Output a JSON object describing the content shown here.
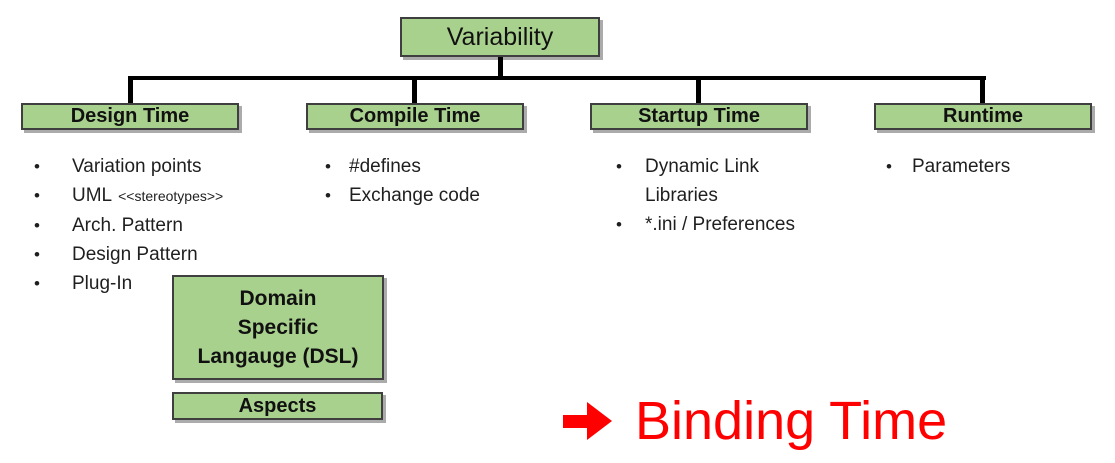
{
  "bullet_char": "•",
  "root_box": {
    "label": "Variability"
  },
  "columns": [
    {
      "header": "Design Time",
      "items": [
        {
          "text": "Variation points"
        },
        {
          "text": "UML",
          "small_suffix": "<<stereotypes>>"
        },
        {
          "text": "Arch. Pattern"
        },
        {
          "text": "Design Pattern"
        },
        {
          "text": "Plug-In"
        }
      ]
    },
    {
      "header": "Compile Time",
      "items": [
        {
          "text": "#defines"
        },
        {
          "text": "Exchange code"
        }
      ]
    },
    {
      "header": "Startup Time",
      "items": [
        {
          "text": "Dynamic Link Libraries"
        },
        {
          "text": "*.ini / Preferences"
        }
      ]
    },
    {
      "header": "Runtime",
      "items": [
        {
          "text": "Parameters"
        }
      ]
    }
  ],
  "floating_boxes": {
    "dsl": {
      "lines": [
        "Domain",
        "Specific",
        "Langauge (DSL)"
      ]
    },
    "aspects": {
      "label": "Aspects"
    }
  },
  "annotation": {
    "label": "Binding Time",
    "icon": "right-arrow",
    "color": "#FF0000"
  },
  "colors": {
    "box_fill": "#A9D18E",
    "box_border": "#3F3F3F",
    "box_shadow": "#ABABAB",
    "connector": "#000000",
    "text": "#1F1F1F"
  }
}
